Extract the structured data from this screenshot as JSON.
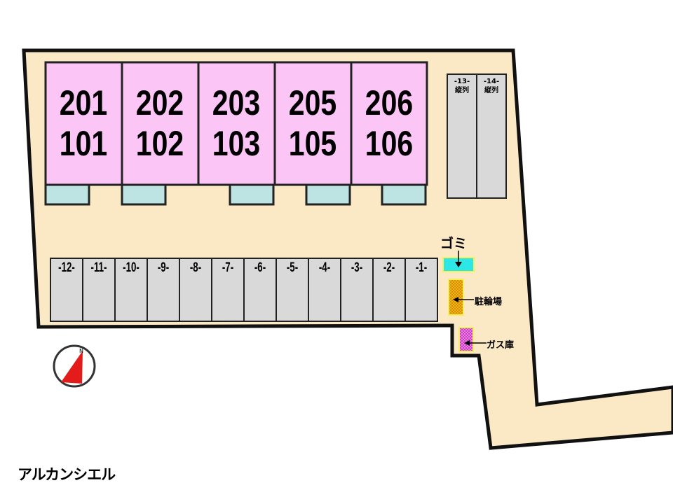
{
  "building": {
    "units": [
      {
        "upper": "201",
        "lower": "101"
      },
      {
        "upper": "202",
        "lower": "102"
      },
      {
        "upper": "203",
        "lower": "103"
      },
      {
        "upper": "205",
        "lower": "105"
      },
      {
        "upper": "206",
        "lower": "106"
      }
    ]
  },
  "parking": {
    "row": [
      "-12-",
      "-11-",
      "-10-",
      "-9-",
      "-8-",
      "-7-",
      "-6-",
      "-5-",
      "-4-",
      "-3-",
      "-2-",
      "-1-"
    ],
    "tandem": [
      {
        "number": "-13-",
        "note": "縦列"
      },
      {
        "number": "-14-",
        "note": "縦列"
      }
    ]
  },
  "facilities": {
    "garbage": "ゴミ",
    "bicycle": "駐輪場",
    "gas": "ガス庫"
  },
  "compass": {
    "label": "N"
  },
  "property_name": "アルカンシエル",
  "colors": {
    "ground": "#fbe9c6",
    "unit": "#fbc6f6",
    "balcony": "#bde3e3",
    "parking": "#d9d9d9",
    "garbage": "#2de6e6",
    "bicycle": "#e8a21e",
    "gas": "#e34fd8",
    "compass_arrow": "#e31b1b"
  }
}
